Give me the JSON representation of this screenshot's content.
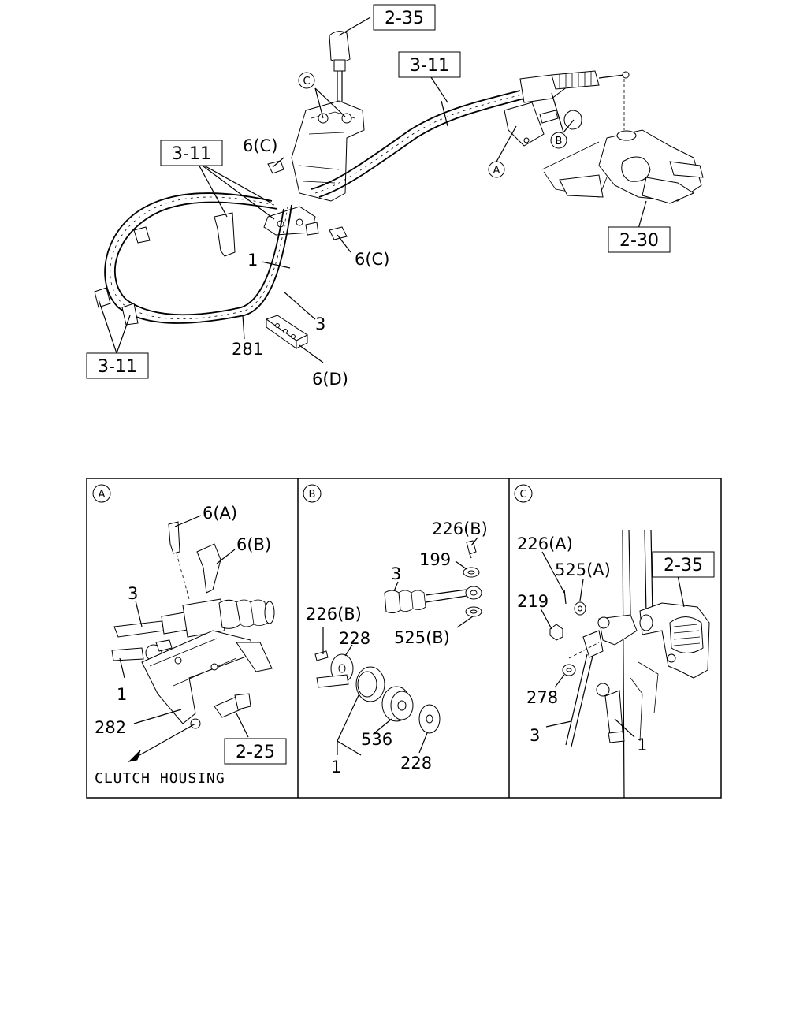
{
  "callouts_top": {
    "ref_2_35": "2-35",
    "ref_3_11_top": "3-11",
    "ref_3_11_left": "3-11",
    "ref_3_11_bottom": "3-11",
    "ref_2_30": "2-30",
    "detail_c": "C",
    "detail_b": "B",
    "detail_a": "A",
    "part_6c_left": "6(C)",
    "part_6c_right": "6(C)",
    "part_1": "1",
    "part_3": "3",
    "part_281": "281",
    "part_6d": "6(D)"
  },
  "panel_a": {
    "badge": "A",
    "p_6a": "6(A)",
    "p_6b": "6(B)",
    "p_3": "3",
    "p_1": "1",
    "p_282": "282",
    "ref_2_25": "2-25",
    "caption": "CLUTCH HOUSING"
  },
  "panel_b": {
    "badge": "B",
    "p_226b_top": "226(B)",
    "p_199": "199",
    "p_3": "3",
    "p_226b_left": "226(B)",
    "p_228_top": "228",
    "p_525b": "525(B)",
    "p_536": "536",
    "p_1": "1",
    "p_228_bottom": "228"
  },
  "panel_c": {
    "badge": "C",
    "p_226a": "226(A)",
    "p_525a": "525(A)",
    "ref_2_35": "2-35",
    "p_219": "219",
    "p_278": "278",
    "p_3": "3",
    "p_1": "1"
  }
}
